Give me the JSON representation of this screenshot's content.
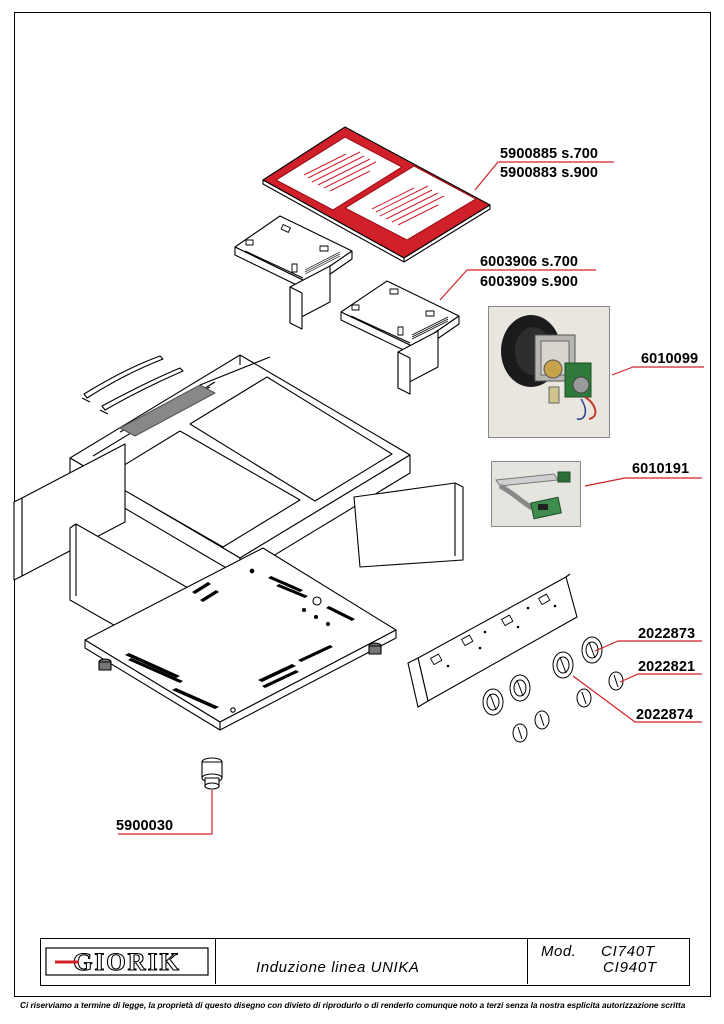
{
  "parts": {
    "cooktop_glass": [
      "5900885  s.700",
      "5900883  s.900"
    ],
    "induction_generator": [
      "6003906  s.700",
      "6003909  s.900"
    ],
    "control_motor": "6010099",
    "control_board": "6010191",
    "knob_large": "2022873",
    "knob_small": "2022821",
    "knob_ring": "2022874",
    "foot": "5900030"
  },
  "title_block": {
    "logo_text": "GIORIK",
    "description": "Induzione  linea  UNIKA",
    "model_label": "Mod.",
    "models": [
      "CI740T",
      "CI940T"
    ]
  },
  "footer": "Ci riserviamo a termine di legge, la proprietà di questo disegno con divieto di riprodurlo o di renderlo comunque noto a terzi senza la nostra esplicita autorizzazione scritta",
  "colors": {
    "accent_red": "#d0202a",
    "line": "#000000"
  }
}
